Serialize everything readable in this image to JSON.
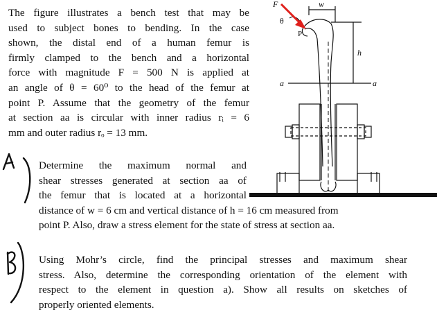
{
  "intro": {
    "lines": [
      "The figure illustrates a bench test that may be",
      "used to subject bones to bending. In the case",
      "shown, the distal end of a human femur is",
      "firmly clamped to the bench and a horizontal",
      "force with magnitude F = 500 N is applied at",
      "an angle of θ = 60⁰ to the head of the femur at",
      "point P. Assume that the geometry of the femur",
      "at section aa is circular with inner radius rᵢ = 6",
      "mm and outer radius rₒ = 13 mm."
    ]
  },
  "question_a": {
    "marker": "A)",
    "lines": [
      "Determine the maximum normal and",
      "shear stresses generated at section aa of",
      "the femur that is located at a horizontal",
      "distance of w = 6 cm and vertical distance of h = 16 cm measured from",
      "point P. Also, draw a stress element for the state of stress at section aa."
    ]
  },
  "question_b": {
    "marker": "B)",
    "lines": [
      "Using Mohr’s circle, find the principal stresses and maximum shear",
      "stress. Also, determine the corresponding orientation of the element with",
      "respect to the element in question a). Show all results on sketches of",
      "properly oriented elements."
    ]
  },
  "figure": {
    "force_label": "F",
    "angle_label": "θ",
    "point_label": "P",
    "width_label": "w",
    "height_label": "h",
    "section_left_label": "a",
    "section_right_label": "a",
    "arrow_color": "#e0201c"
  }
}
